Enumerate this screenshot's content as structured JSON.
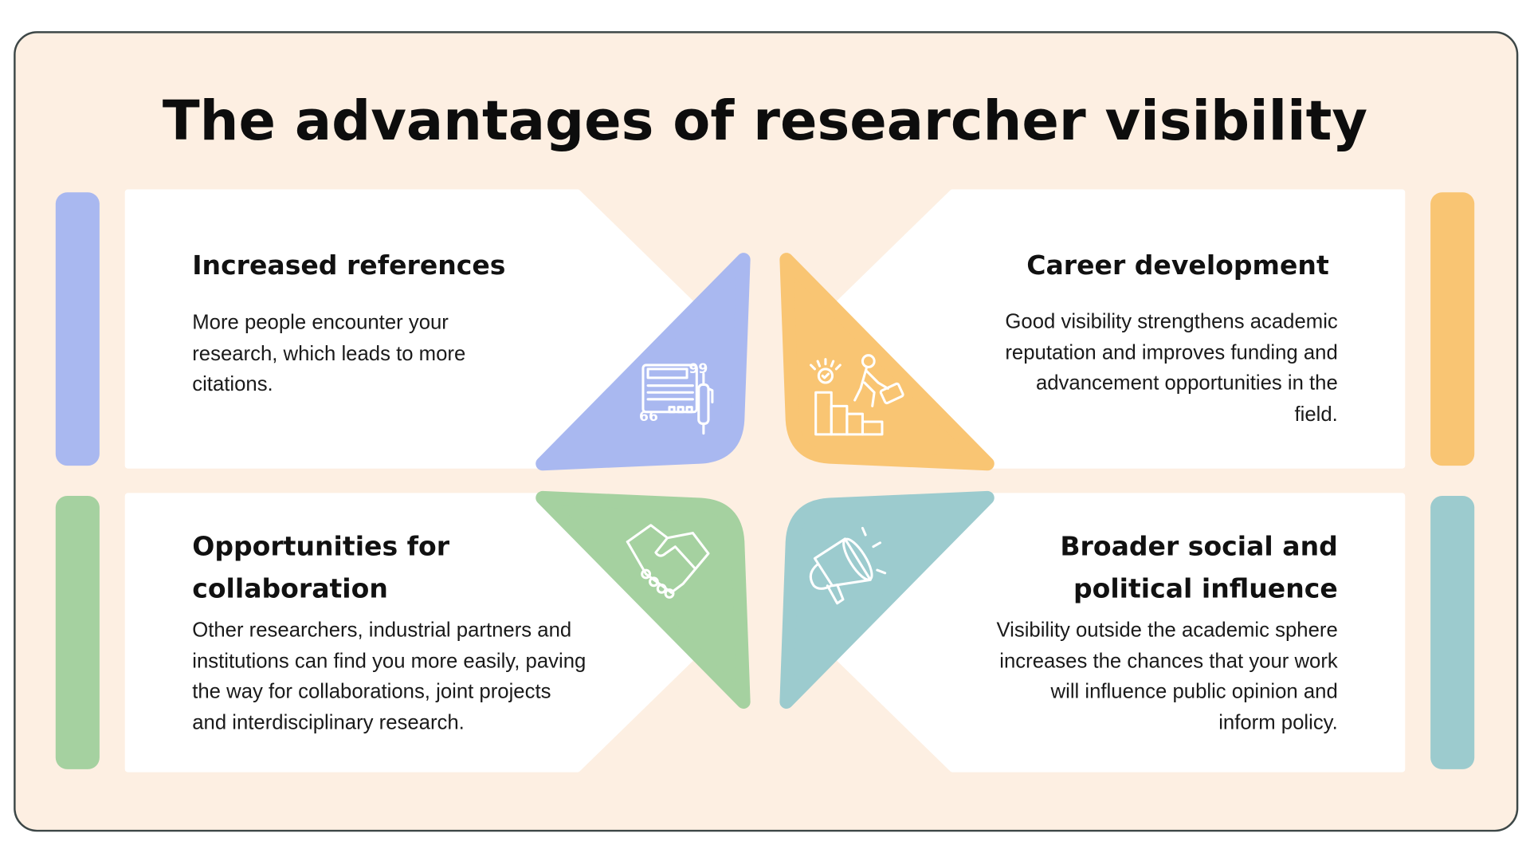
{
  "title": "The advantages of researcher visibility",
  "colors": {
    "background": "#fdefe2",
    "blue": "#a9b8f0",
    "orange": "#f9c573",
    "green": "#a5d1a0",
    "teal": "#9ccbce"
  },
  "cards": [
    {
      "heading_lines": [
        "Increased references"
      ],
      "body_lines": [
        "More people encounter your",
        "research, which leads to more",
        "citations."
      ],
      "icon": "citation-document-pen-icon"
    },
    {
      "heading_lines": [
        "Career development"
      ],
      "body_lines": [
        "Good visibility strengthens academic",
        "reputation and improves funding and",
        "advancement opportunities in the",
        "field."
      ],
      "icon": "career-stairs-climb-icon"
    },
    {
      "heading_lines": [
        "Opportunities for",
        "collaboration"
      ],
      "body_lines": [
        "Other researchers, industrial partners and",
        "institutions can find you more easily, paving",
        "the way for collaborations, joint projects",
        "and interdisciplinary research."
      ],
      "icon": "handshake-icon"
    },
    {
      "heading_lines": [
        "Broader social and",
        "political influence"
      ],
      "body_lines": [
        "Visibility outside the academic sphere",
        "increases the chances that your work",
        "will influence public opinion and",
        "inform policy."
      ],
      "icon": "megaphone-icon"
    }
  ]
}
